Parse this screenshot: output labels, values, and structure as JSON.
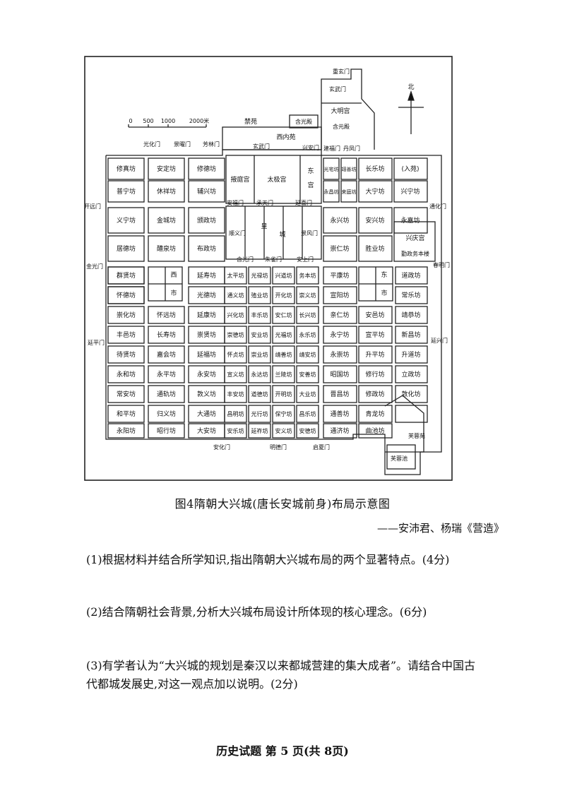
{
  "map": {
    "scale_labels": [
      "0",
      "500",
      "1000",
      "2000米"
    ],
    "north_label": "北",
    "top_labels": {
      "chongxuan": "重玄门",
      "xuanwu_palace": "玄武门",
      "daming": "大明宫",
      "hanyuan": "含元殿",
      "hanguang": "含光殿",
      "xinei": "西内苑",
      "jinyuan": "禁苑",
      "guanghua": "光化门",
      "jingyao": "景曜门",
      "fanglin": "芳林门",
      "xuanwu": "玄武门",
      "xingan": "兴安门",
      "jianfu": "建福门",
      "danfeng": "丹凤门"
    },
    "palace_labels": {
      "yeting": "掖庭宫",
      "taiji": "太极宫",
      "donggong": "东宫",
      "anfu": "安福门",
      "chengtian": "承天门",
      "yanxi": "延喜门",
      "shunyi": "顺义门",
      "huangcheng": "皇城",
      "jingfeng": "景风门",
      "hanguang_gate": "含光门",
      "zhuque_gate": "朱雀门",
      "anshang": "安上门"
    },
    "side_gates": {
      "kaiyuan": "开远门",
      "jinguang": "金光门",
      "yanping": "延平门",
      "tonghua": "通化门",
      "chunming": "春明门",
      "yanxing": "延兴门"
    },
    "bottom_gates": {
      "anhua": "安化门",
      "mingde": "明德门",
      "qixia": "启夏门"
    },
    "markets": {
      "west": [
        "西",
        "市"
      ],
      "east": [
        "东",
        "市"
      ]
    },
    "furong_yuan": "芙蓉苑",
    "furong_chi": "芙蓉池",
    "west_wards": [
      "修真坊",
      "安定坊",
      "修德坊",
      "普宁坊",
      "休祥坊",
      "辅兴坊",
      "义宁坊",
      "金城坊",
      "颁政坊",
      "居德坊",
      "醴泉坊",
      "布政坊",
      "群贤坊",
      "",
      "延寿坊",
      "怀德坊",
      "",
      "光德坊",
      "崇化坊",
      "怀远坊",
      "延康坊",
      "丰邑坊",
      "长寿坊",
      "崇贤坊",
      "待贤坊",
      "嘉会坊",
      "延福坊",
      "永和坊",
      "永平坊",
      "永安坊",
      "常安坊",
      "通轨坊",
      "敦义坊",
      "和平坊",
      "归义坊",
      "大通坊",
      "永阳坊",
      "昭行坊",
      "大安坊"
    ],
    "central_wards": [
      "太平坊",
      "光禄坊",
      "兴道坊",
      "务本坊",
      "通义坊",
      "殖业坊",
      "开化坊",
      "崇义坊",
      "兴化坊",
      "丰乐坊",
      "安仁坊",
      "长兴坊",
      "崇德坊",
      "安业坊",
      "光福坊",
      "永乐坊",
      "怀贞坊",
      "崇业坊",
      "靖善坊",
      "靖安坊",
      "宣义坊",
      "永达坊",
      "兰陵坊",
      "安善坊",
      "丰安坊",
      "道德坊",
      "开明坊",
      "大业坊",
      "昌明坊",
      "光行坊",
      "保宁坊",
      "昌乐坊",
      "安乐坊",
      "延祚坊",
      "安义坊",
      "安德坊"
    ],
    "east_wards": [
      "光宅坊",
      "翊善坊",
      "长乐坊",
      "(入苑)",
      "永昌坊",
      "来庭坊",
      "大宁坊",
      "兴宁坊",
      "永兴坊",
      "安兴坊",
      "",
      "永嘉坊",
      "崇仁坊",
      "胜业坊",
      "兴庆宫",
      "",
      "平康坊",
      "",
      "",
      "道政坊",
      "宣阳坊",
      "",
      "",
      "常乐坊",
      "亲仁坊",
      "安邑坊",
      "",
      "靖恭坊",
      "永宁坊",
      "宣平坊",
      "",
      "新昌坊",
      "永崇坊",
      "升平坊",
      "",
      "升道坊",
      "昭国坊",
      "修行坊",
      "",
      "立政坊",
      "晋昌坊",
      "修政坊",
      "",
      "敦化坊",
      "通善坊",
      "青龙坊",
      "",
      "",
      "通济坊",
      "曲池坊",
      "",
      ""
    ],
    "xingqing_sub": "勤政务本楼"
  },
  "caption": "图4隋朝大兴城(唐长安城前身)布局示意图",
  "source": "——安沛君、杨瑞《营造》",
  "questions": {
    "q1": "(1)根据材料并结合所学知识,指出隋朝大兴城布局的两个显著特点。(4分)",
    "q2": "(2)结合隋朝社会背景,分析大兴城布局设计所体现的核心理念。(6分)",
    "q3": "(3)有学者认为“大兴城的规划是秦汉以来都城营建的集大成者”。请结合中国古代都城发展史,对这一观点加以说明。(2分)"
  },
  "footer": "历史试题 第 5 页(共 8页)"
}
